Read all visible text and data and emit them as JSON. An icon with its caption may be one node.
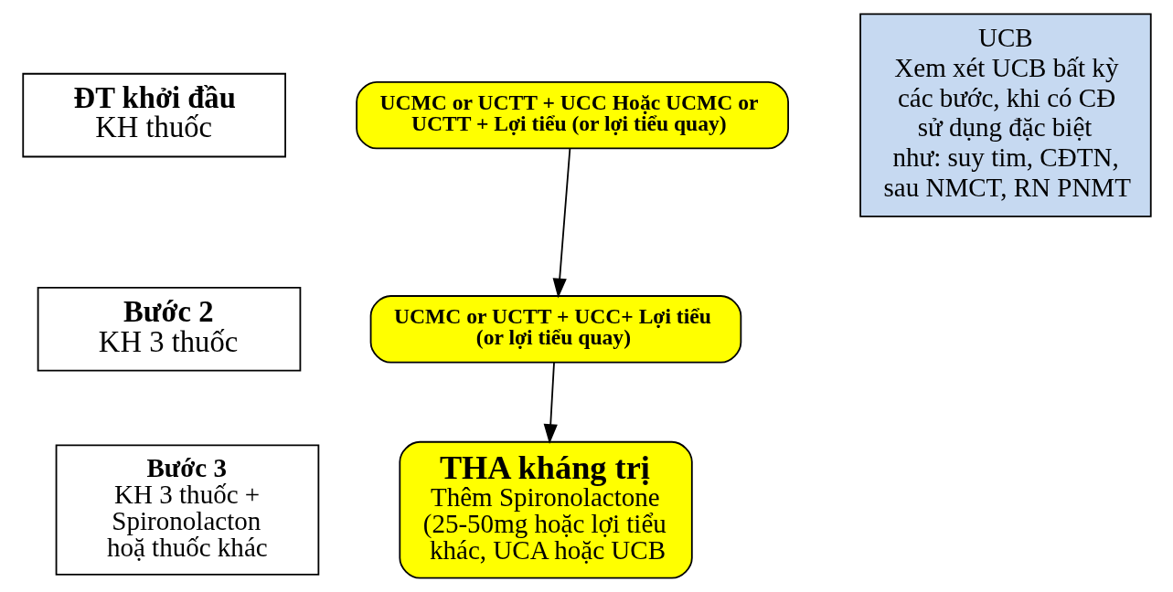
{
  "diagram": {
    "nodes": [
      {
        "text": [
          "ĐT khởi đầu",
          "KH thuốc"
        ]
      },
      {
        "text": [
          "UCMC or UCTT + UCC Hoặc UCMC or UCTT + Lợi tiểu (or lợi tiểu quay)"
        ]
      },
      {
        "text": [
          "UCB",
          "Xem xét UCB bất kỳ các bước, khi có CĐ sử dụng đặc biệt như: suy tim, CĐTN, sau NMCT, RN PNMT"
        ]
      },
      {
        "text": [
          "Bước 2",
          "KH 3 thuốc"
        ]
      },
      {
        "text": [
          "UCMC or UCTT + UCC+ Lợi tiểu (or lợi tiểu quay)"
        ]
      },
      {
        "text": [
          "Bước 3",
          "KH 3 thuốc + Spironolacton hoặ thuốc khác"
        ]
      },
      {
        "text": [
          "THA kháng trị",
          "Thêm Spironolactone (25-50mg hoặc lợi tiểu khác, UCA hoặc UCB"
        ]
      }
    ],
    "edges": [
      {
        "from": 1,
        "to": 4,
        "arrow": "to"
      },
      {
        "from": 4,
        "to": 6,
        "arrow": "to"
      }
    ]
  }
}
